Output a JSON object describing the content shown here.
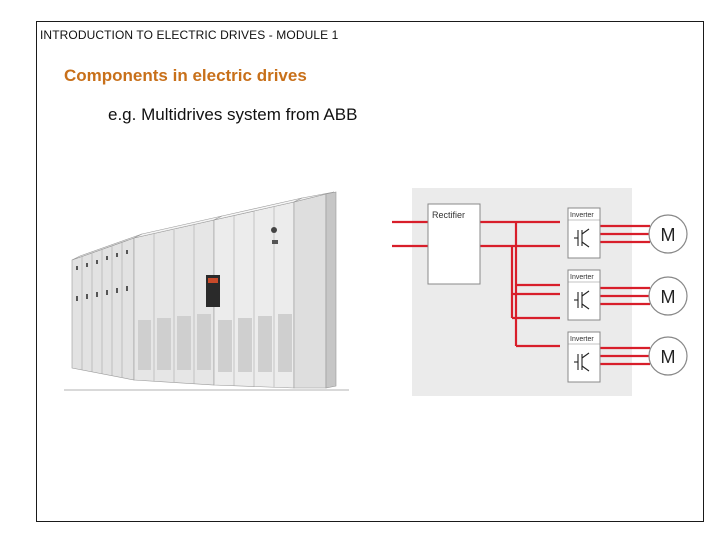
{
  "header": {
    "module_title": "INTRODUCTION TO ELECTRIC DRIVES - MODULE 1"
  },
  "slide": {
    "title": "Components in electric drives",
    "subtitle": "e.g. Multidrives system from ABB"
  },
  "diagram": {
    "rectifier_label": "Rectifier",
    "inverters": [
      {
        "label": "Inverter",
        "motor": "M"
      },
      {
        "label": "Inverter",
        "motor": "M"
      },
      {
        "label": "Inverter",
        "motor": "M"
      }
    ],
    "colors": {
      "line": "#d81e2a",
      "panel": "#ebebeb",
      "box_border": "#888888"
    }
  }
}
